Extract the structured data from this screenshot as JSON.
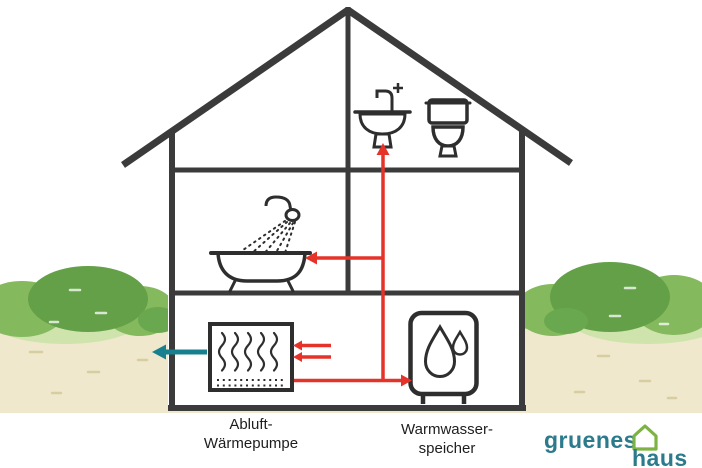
{
  "labels": {
    "heat_pump": {
      "line1": "Abluft-",
      "line2": "Wärmepumpe"
    },
    "tank": {
      "line1": "Warmwasser-",
      "line2": "speicher"
    }
  },
  "logo": {
    "word_top": "gruenes",
    "word_bottom": "haus"
  },
  "colors": {
    "house_outline": "#3b3b3b",
    "fixture_outline": "#2e2e2e",
    "hot_water": "#e6332a",
    "exhaust_air": "#17808f",
    "grass": "#b3d48c",
    "bush_dark": "#64a047",
    "bush_mid": "#85b95e",
    "bush_pale": "#cfe3ad",
    "ground_sand": "#efe8cd",
    "sand_dash": "#d8cda0",
    "text": "#1e1e1e",
    "logo_teal": "#2c7b8c",
    "logo_green": "#7cb342"
  },
  "icons": {
    "list": [
      "sink-icon",
      "toilet-icon",
      "shower-icon",
      "bathtub-icon",
      "heat-pump-icon",
      "water-tank-icon",
      "water-drop-icon",
      "hot-water-arrow-icon",
      "exhaust-air-arrow-icon",
      "logo-house-icon"
    ]
  }
}
